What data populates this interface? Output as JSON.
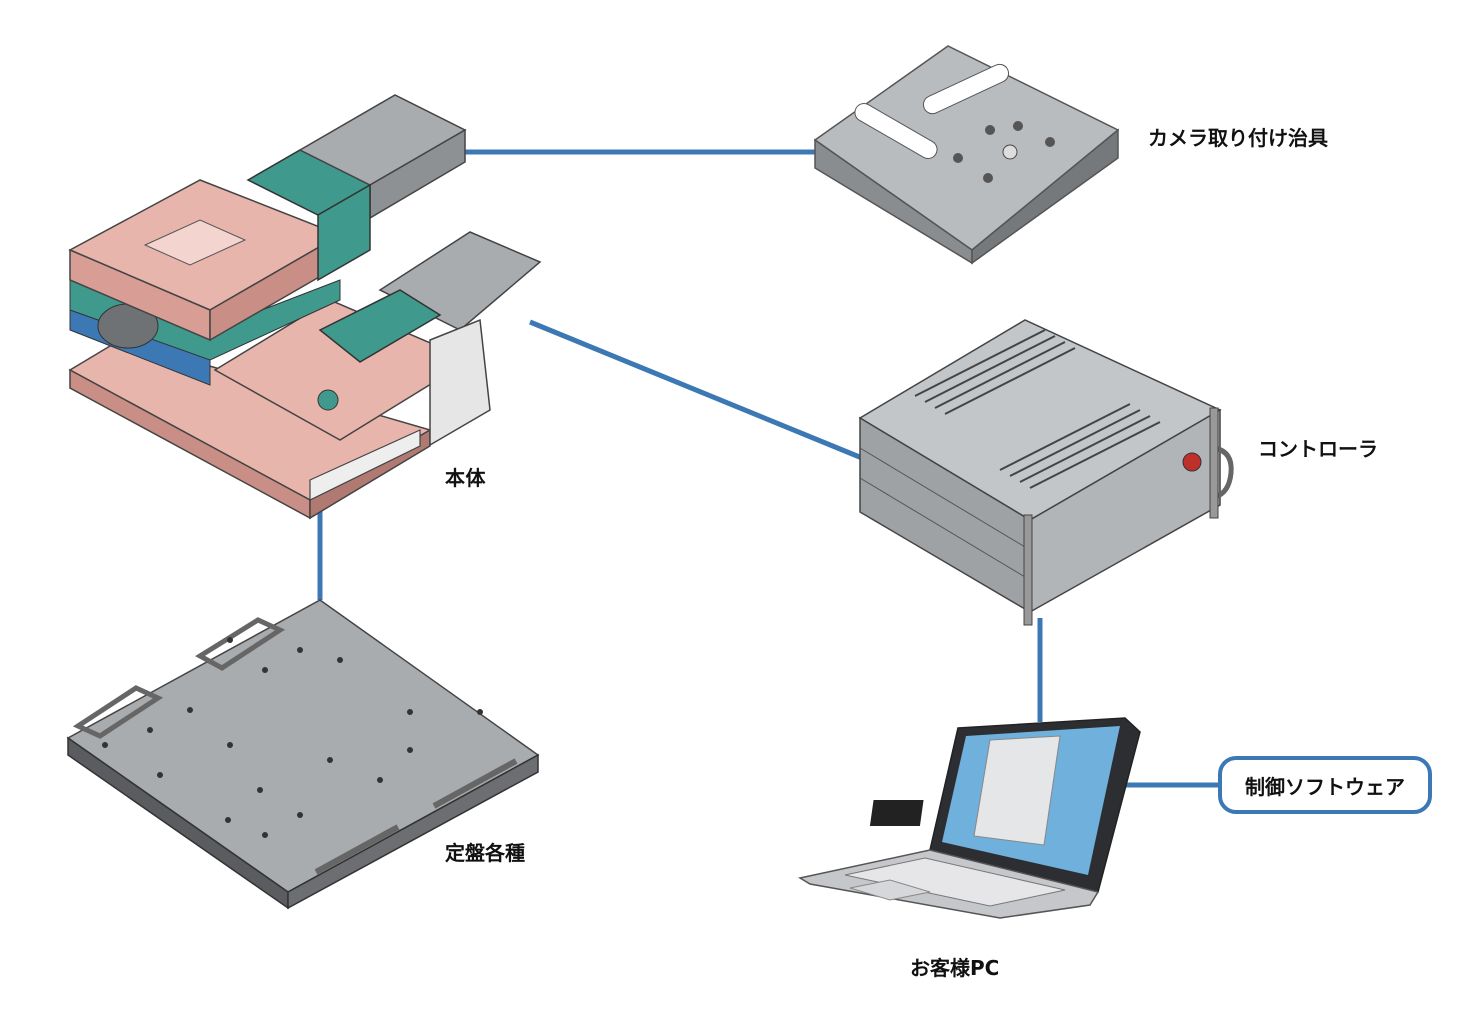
{
  "colors": {
    "connector": "#3c78b4",
    "stage_pink": "#e8b5ad",
    "stage_teal": "#3f9a8d",
    "metal_gray": "#a9acaf",
    "dark_gray": "#5a5c5f"
  },
  "nodes": {
    "body": {
      "label": "本体"
    },
    "camera_jig": {
      "label": "カメラ取り付け治具"
    },
    "controller": {
      "label": "コントローラ"
    },
    "base_plates": {
      "label": "定盤各種"
    },
    "customer_pc": {
      "label": "お客様PC"
    },
    "software": {
      "label": "制御ソフトウェア"
    }
  }
}
